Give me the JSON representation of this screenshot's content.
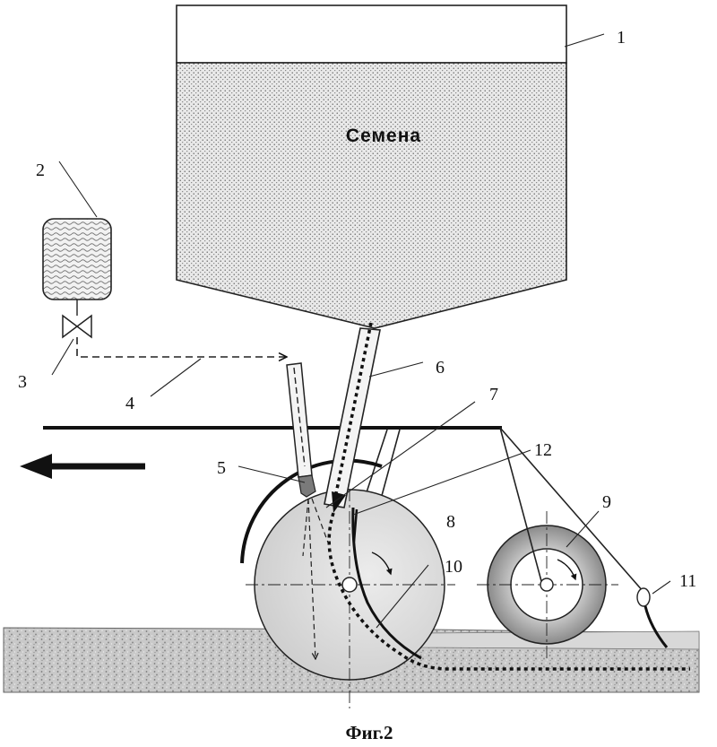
{
  "hopper": {
    "contents_label": "Семена"
  },
  "labels": {
    "l1": "1",
    "l2": "2",
    "l3": "3",
    "l4": "4",
    "l5": "5",
    "l6": "6",
    "l7": "7",
    "l8": "8",
    "l9": "9",
    "l10": "10",
    "l11": "11",
    "l12": "12"
  },
  "caption": "Фиг.2"
}
